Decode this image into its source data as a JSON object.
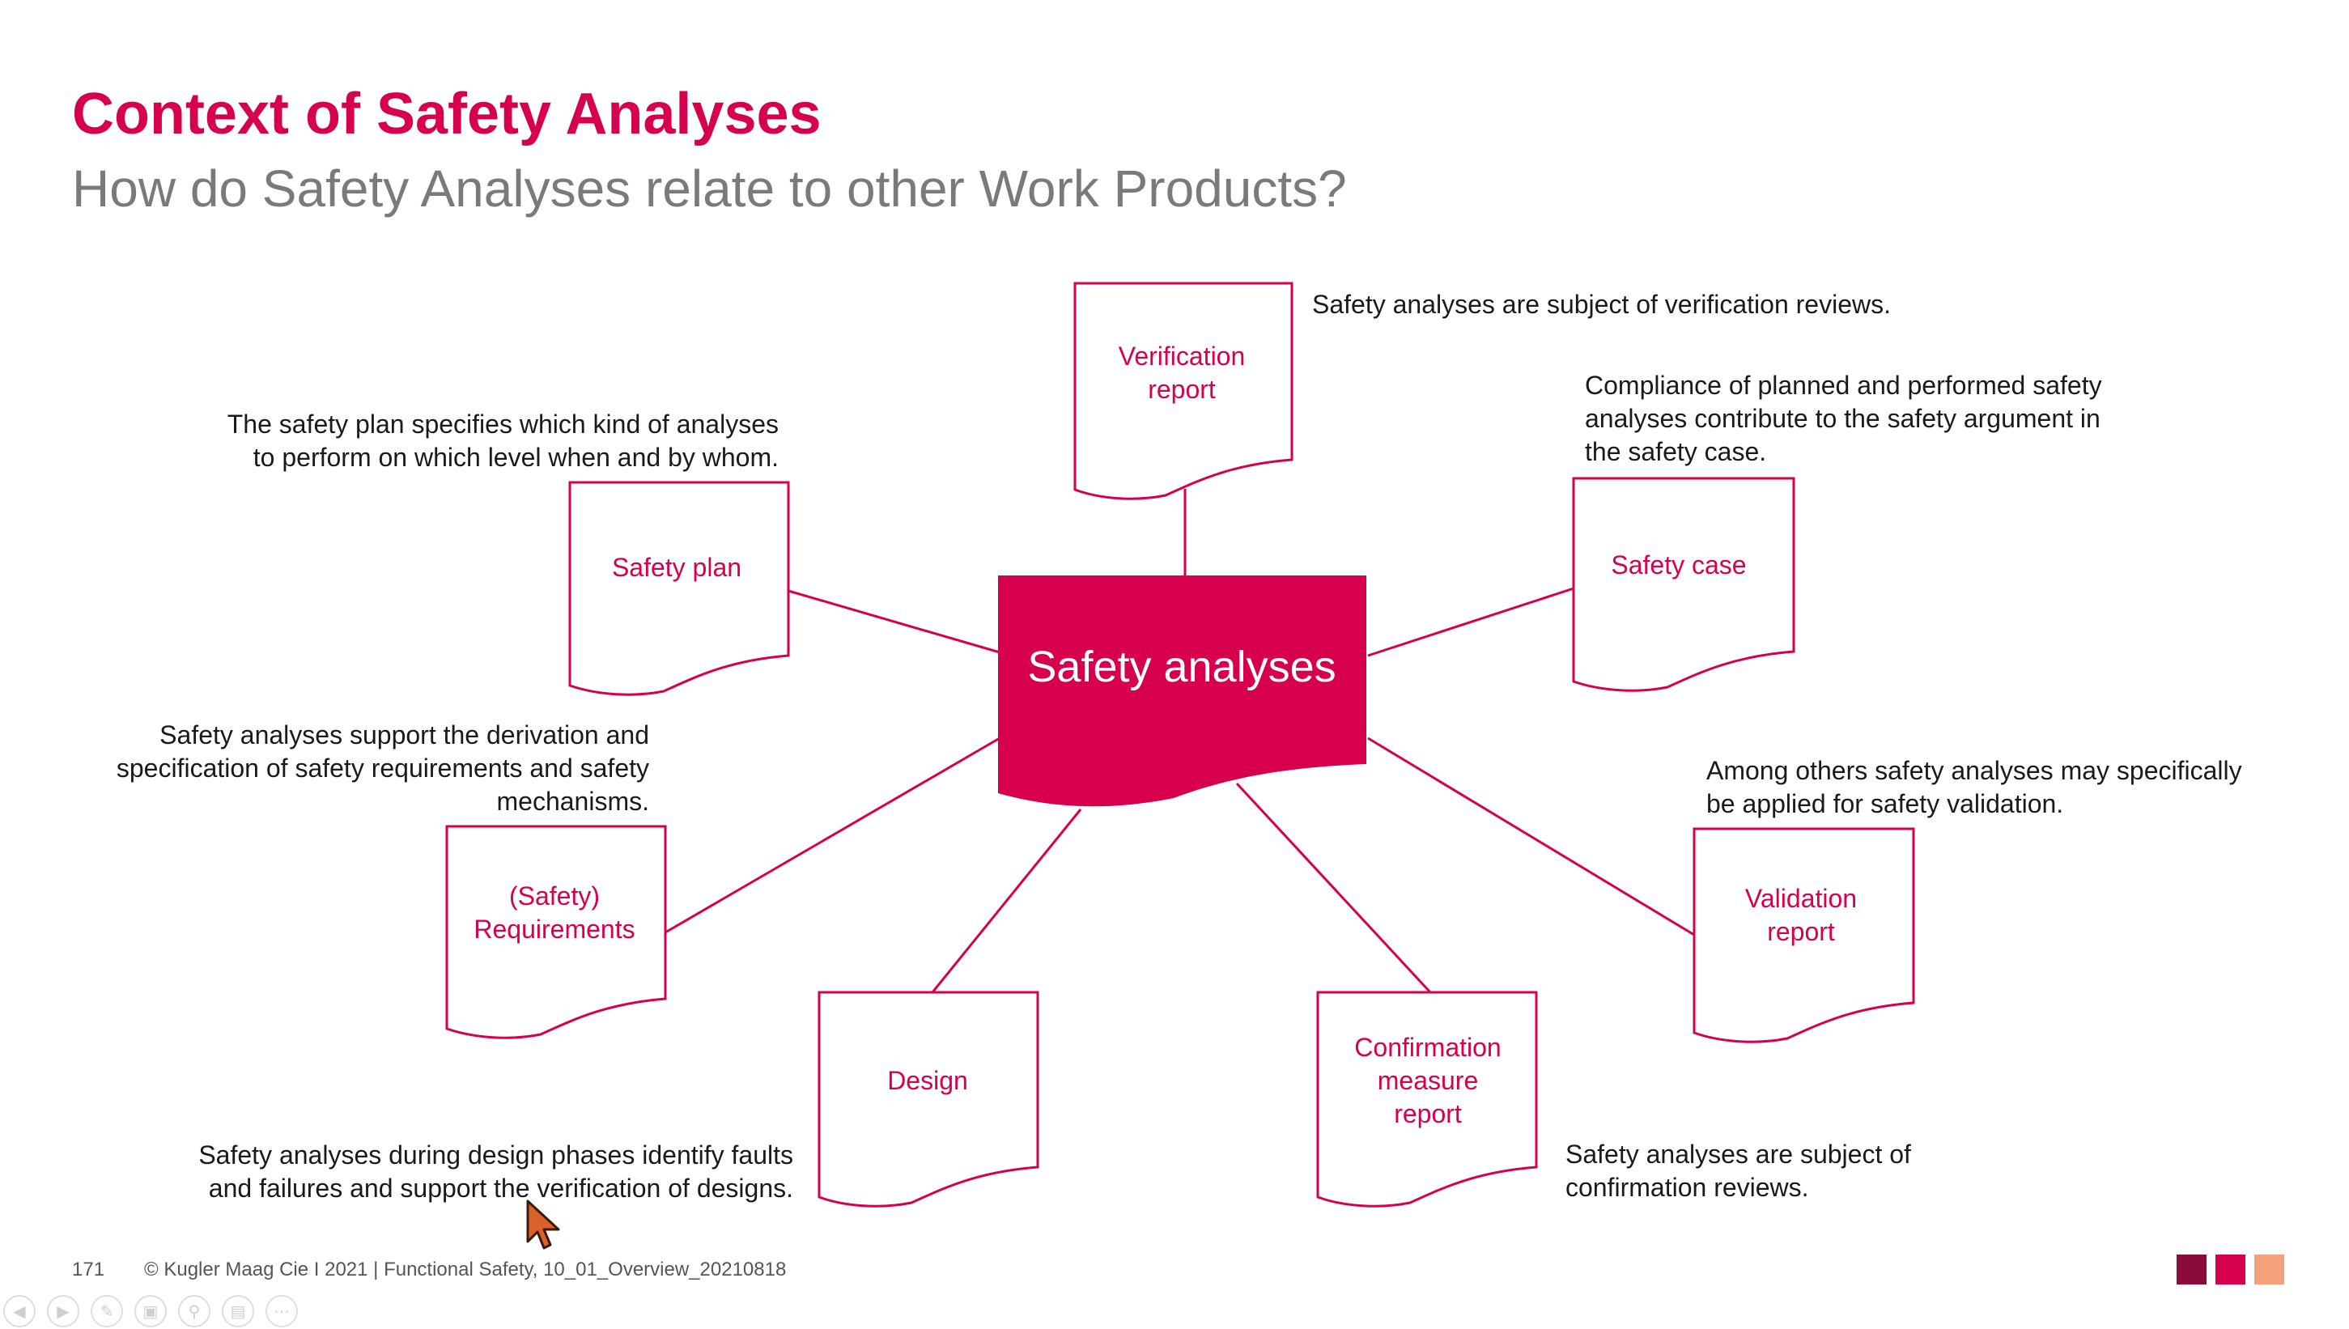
{
  "title": "Context of Safety Analyses",
  "subtitle": "How do Safety Analyses relate to other Work Products?",
  "colors": {
    "accent": "#d6004e",
    "dark": "#8b0c3a",
    "peach": "#f4a07a",
    "text": "#1a1a1a"
  },
  "center_label": "Safety analyses",
  "documents": {
    "verification": {
      "lines": [
        "Verification",
        "report"
      ]
    },
    "safety_plan": {
      "lines": [
        "Safety plan"
      ]
    },
    "safety_case": {
      "lines": [
        "Safety case"
      ]
    },
    "requirements": {
      "lines": [
        "(Safety)",
        "Requirements"
      ]
    },
    "validation": {
      "lines": [
        "Validation",
        "report"
      ]
    },
    "design": {
      "lines": [
        "Design"
      ]
    },
    "confirmation": {
      "lines": [
        "Confirmation",
        "measure",
        "report"
      ]
    }
  },
  "notes": {
    "verification": [
      "Safety analyses are subject of verification reviews."
    ],
    "safety_plan": [
      "The safety plan specifies which kind of analyses",
      "to perform on which level when and by whom."
    ],
    "safety_case": [
      "Compliance of planned and performed safety",
      "analyses contribute to the safety argument in",
      "the safety case."
    ],
    "requirements": [
      "Safety analyses support the derivation and",
      "specification of safety requirements and safety",
      "mechanisms."
    ],
    "validation": [
      "Among others safety analyses may specifically",
      "be applied for safety validation."
    ],
    "design": [
      "Safety analyses during design phases identify faults",
      "and failures and support the verification of designs."
    ],
    "confirmation": [
      "Safety analyses are subject of",
      "confirmation reviews."
    ]
  },
  "footer": {
    "page_number": "171",
    "copyright": "© Kugler Maag Cie I 2021 | Functional Safety, 10_01_Overview_20210818"
  },
  "toolbar_icons": [
    "prev-icon",
    "next-icon",
    "pen-icon",
    "slides-icon",
    "zoom-icon",
    "subtitles-icon",
    "more-icon"
  ]
}
